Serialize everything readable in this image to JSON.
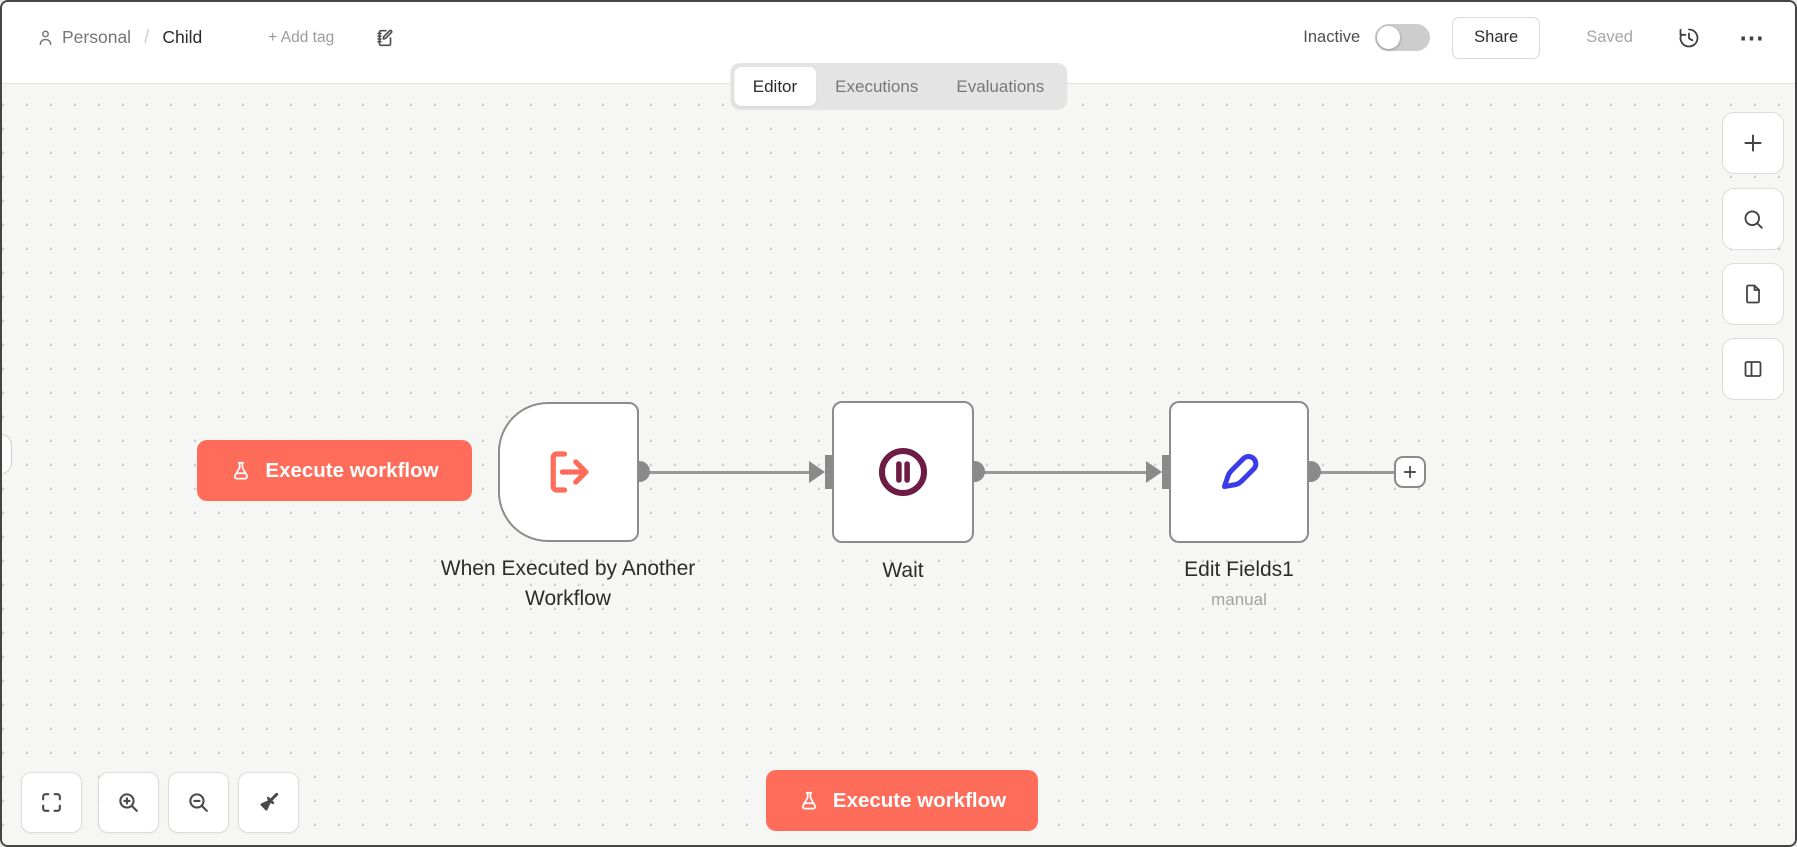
{
  "colors": {
    "accent": "#ff6d5a",
    "node_border": "#8c8c8c",
    "connection": "#999999",
    "wait_icon": "#6e1c44",
    "pen_icon": "#3b3beb",
    "canvas_bg": "#f6f6f4"
  },
  "header": {
    "project": "Personal",
    "separator": "/",
    "workflow_name": "Child",
    "add_tag": "+ Add tag",
    "status": "Inactive",
    "share": "Share",
    "saved": "Saved",
    "more": "⋯"
  },
  "tabs": [
    {
      "label": "Editor"
    },
    {
      "label": "Executions"
    },
    {
      "label": "Evaluations"
    }
  ],
  "canvas": {
    "execute_button": "Execute workflow",
    "nodes": [
      {
        "label": "When Executed by Another Workflow"
      },
      {
        "label": "Wait"
      },
      {
        "label": "Edit Fields1",
        "subtitle": "manual"
      }
    ]
  }
}
